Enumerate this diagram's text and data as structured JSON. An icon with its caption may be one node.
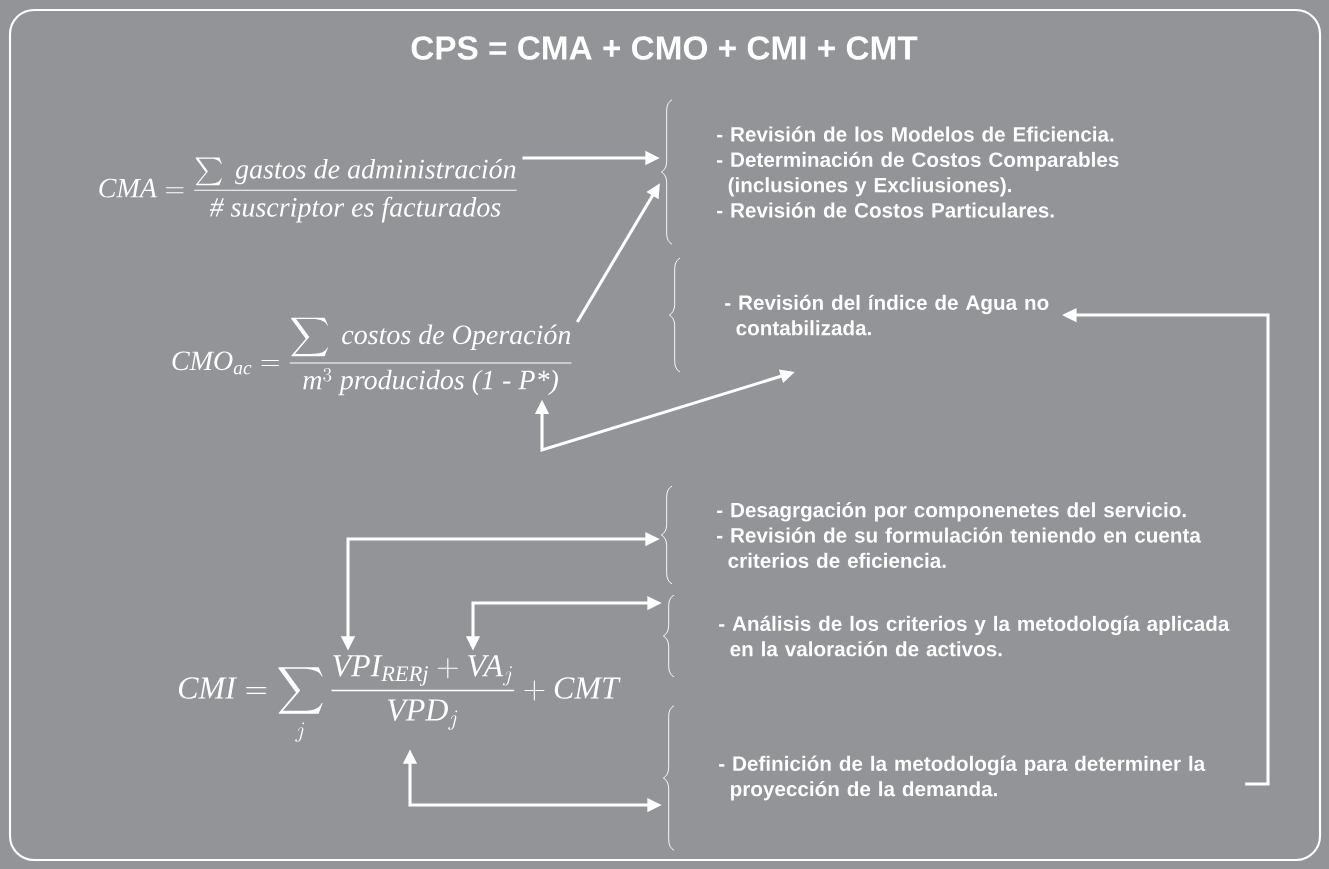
{
  "diagram": {
    "title": "CPS = CMA + CMO + CMI + CMT",
    "nodes": [
      {
        "text": [
          "\\textit{CMA}= \\frac{\\sum \\textit{ gastos de administración}}{\\textit{\\# suscriptor es facturados}}"
        ]
      },
      {
        "text": [
          "- Revisión de los Modelos de Eficiencia.",
          "- Determinación de Costos Comparables (inclusiones y Excliusiones).",
          "- Revisión de Costos Particulares."
        ]
      },
      {
        "text": [
          "\\textit{CMO}_{\\textit{ac}} = \\frac{\\displaystyle\\sum \\textit{ costos de Operación}}{\\textit{m}^{3}\\textit{ producidos (1 - P*)}}"
        ]
      },
      {
        "text": [
          "- Revisión del índice de Agua no contabilizada."
        ]
      },
      {
        "text": [
          "\\textit{CMI}= \\sum_{j}\\frac{\\textit{VPI}_{\\textit{RERj}} + \\textit{VA}_{j}}{\\textit{VPD}_{j}} + \\textit{CMT}"
        ]
      },
      {
        "text": [
          "- Desagrgación por componenetes del servicio.",
          "- Revisión de su formulación teniendo en cuenta criterios de eficiencia."
        ]
      },
      {
        "text": [
          "- Análisis de los criterios y la metodología aplicada en la valoración de activos."
        ]
      },
      {
        "text": [
          "- Definición de la metodología para determiner la proyección de la demanda."
        ]
      }
    ],
    "edges": [
      {
        "from": 0,
        "to": 1,
        "arrow": "to"
      },
      {
        "from": 2,
        "to": 1,
        "arrow": "to"
      },
      {
        "from": 2,
        "to": 3,
        "arrow": "both"
      },
      {
        "from": 7,
        "to": 3,
        "arrow": "to"
      },
      {
        "from": 4,
        "to": 5,
        "arrow": "both"
      },
      {
        "from": 4,
        "to": 6,
        "arrow": "both"
      },
      {
        "from": 4,
        "to": 7,
        "arrow": "both"
      }
    ]
  }
}
